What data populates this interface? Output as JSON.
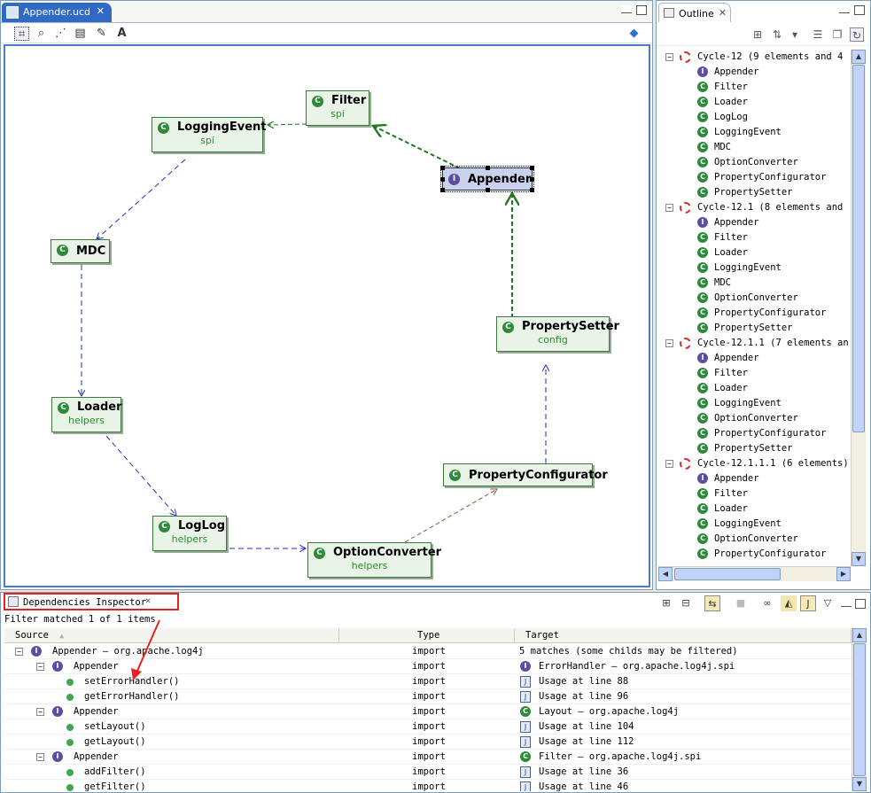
{
  "editor": {
    "tab_label": "Appender.ucd",
    "tab_close": "✕",
    "tools": [
      "select-icon",
      "zoom-icon",
      "connection-icon",
      "note-icon",
      "link-icon",
      "text-icon"
    ],
    "nodes": {
      "filter": {
        "name": "Filter",
        "package": "spi",
        "kind": "class"
      },
      "logging_event": {
        "name": "LoggingEvent",
        "package": "spi",
        "kind": "class"
      },
      "appender": {
        "name": "Appender",
        "package": "",
        "kind": "interface"
      },
      "mdc": {
        "name": "MDC",
        "package": "",
        "kind": "class"
      },
      "property_setter": {
        "name": "PropertySetter",
        "package": "config",
        "kind": "class"
      },
      "loader": {
        "name": "Loader",
        "package": "helpers",
        "kind": "class"
      },
      "property_configurator": {
        "name": "PropertyConfigurator",
        "package": "",
        "kind": "class"
      },
      "loglog": {
        "name": "LogLog",
        "package": "helpers",
        "kind": "class"
      },
      "option_converter": {
        "name": "OptionConverter",
        "package": "helpers",
        "kind": "class"
      }
    }
  },
  "outline": {
    "tab_label": "Outline",
    "tab_close": "✕",
    "cycles": [
      {
        "label": "Cycle-12   (9 elements and 4",
        "items": [
          "Appender",
          "Filter",
          "Loader",
          "LogLog",
          "LoggingEvent",
          "MDC",
          "OptionConverter",
          "PropertyConfigurator",
          "PropertySetter"
        ]
      },
      {
        "label": "Cycle-12.1   (8 elements and",
        "items": [
          "Appender",
          "Filter",
          "Loader",
          "LoggingEvent",
          "MDC",
          "OptionConverter",
          "PropertyConfigurator",
          "PropertySetter"
        ]
      },
      {
        "label": "Cycle-12.1.1   (7 elements an",
        "items": [
          "Appender",
          "Filter",
          "Loader",
          "LoggingEvent",
          "OptionConverter",
          "PropertyConfigurator",
          "PropertySetter"
        ]
      },
      {
        "label": "Cycle-12.1.1.1   (6 elements)",
        "items": [
          "Appender",
          "Filter",
          "Loader",
          "LoggingEvent",
          "OptionConverter",
          "PropertyConfigurator"
        ]
      }
    ]
  },
  "deps": {
    "tab_label": "Dependencies Inspector",
    "tab_close": "✕",
    "filter_text": "Filter matched 1 of 1 items",
    "columns": {
      "source": "Source",
      "type": "Type",
      "target": "Target"
    },
    "rows": [
      {
        "level": 0,
        "icon": "interface",
        "source": "Appender  –  org.apache.log4j",
        "type": "import",
        "target_icon": "",
        "target": "5 matches (some childs may be filtered)"
      },
      {
        "level": 1,
        "icon": "interface",
        "source": "Appender",
        "type": "import",
        "target_icon": "interface",
        "target": "ErrorHandler  –  org.apache.log4j.spi"
      },
      {
        "level": 2,
        "icon": "method",
        "source": "setErrorHandler()",
        "type": "import",
        "target_icon": "java",
        "target": "Usage at line 88"
      },
      {
        "level": 2,
        "icon": "method",
        "source": "getErrorHandler()",
        "type": "import",
        "target_icon": "java",
        "target": "Usage at line 96"
      },
      {
        "level": 1,
        "icon": "interface",
        "source": "Appender",
        "type": "import",
        "target_icon": "class",
        "target": "Layout  –  org.apache.log4j"
      },
      {
        "level": 2,
        "icon": "method",
        "source": "setLayout()",
        "type": "import",
        "target_icon": "java",
        "target": "Usage at line 104"
      },
      {
        "level": 2,
        "icon": "method",
        "source": "getLayout()",
        "type": "import",
        "target_icon": "java",
        "target": "Usage at line 112"
      },
      {
        "level": 1,
        "icon": "interface",
        "source": "Appender",
        "type": "import",
        "target_icon": "class",
        "target": "Filter  –  org.apache.log4j.spi"
      },
      {
        "level": 2,
        "icon": "method",
        "source": "addFilter()",
        "type": "import",
        "target_icon": "java",
        "target": "Usage at line 36"
      },
      {
        "level": 2,
        "icon": "method",
        "source": "getFilter()",
        "type": "import",
        "target_icon": "java",
        "target": "Usage at line 46"
      }
    ]
  },
  "colors": {
    "selection": "#316ac5",
    "class_green": "#2d8a3a",
    "interface_purple": "#5a4fa0",
    "highlight_red": "#e52222"
  }
}
